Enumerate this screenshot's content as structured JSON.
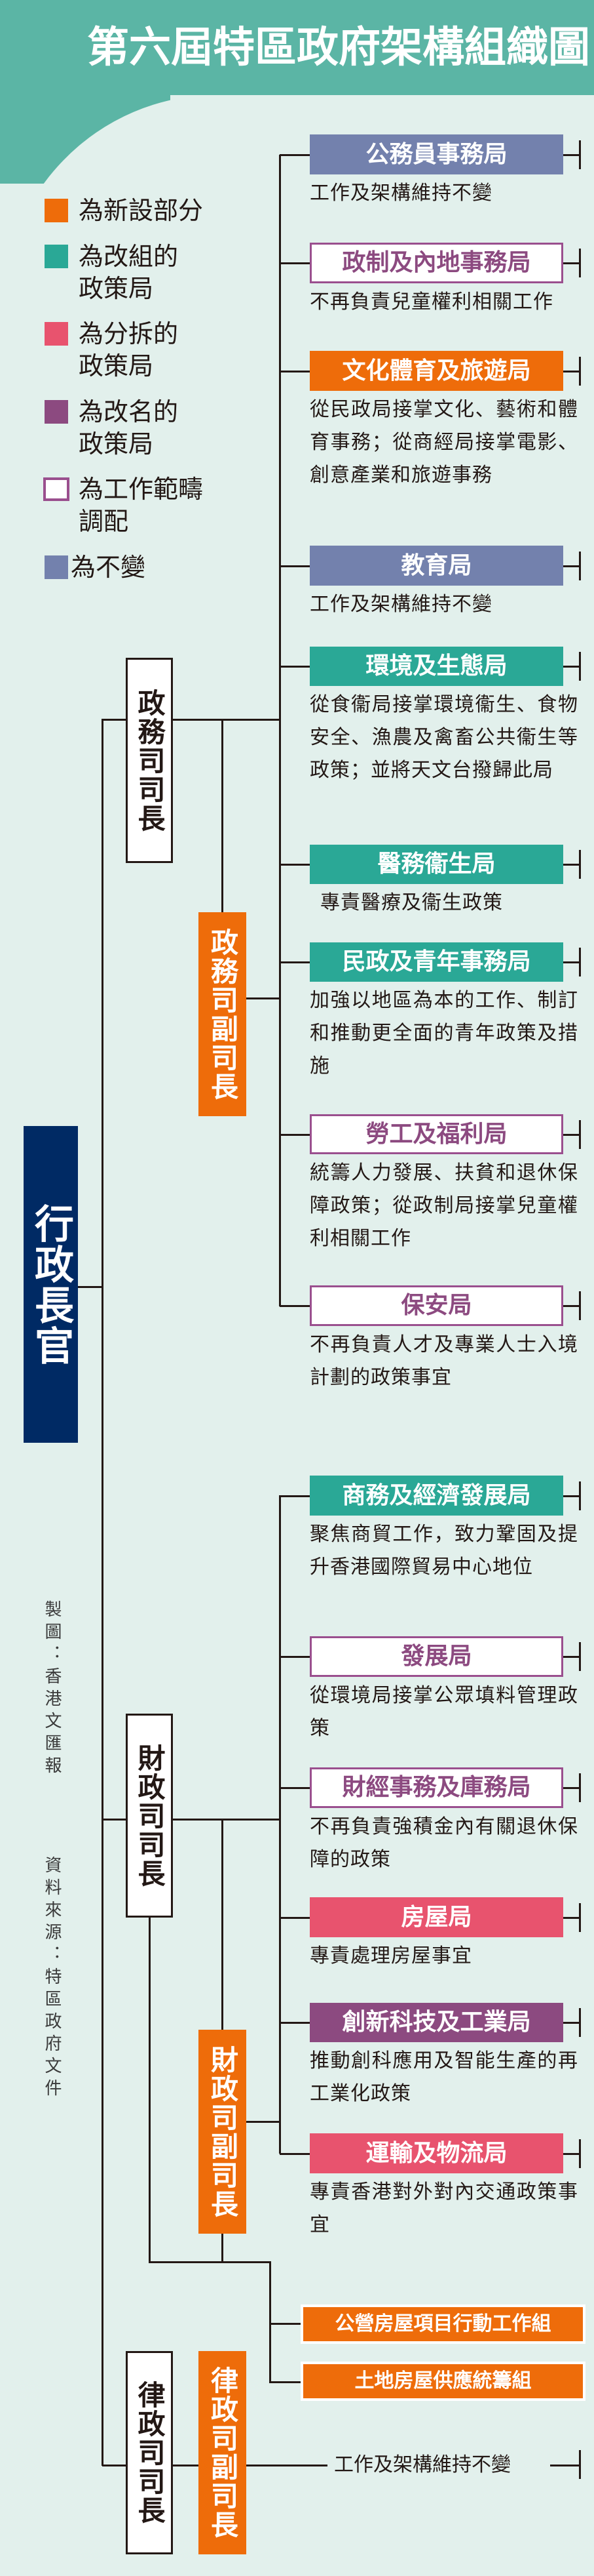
{
  "title": "第六屆特區政府架構組織圖",
  "colors": {
    "new": "#ee6c0a",
    "restructured": "#2aa896",
    "split": "#e8536e",
    "renamed": "#8c4a80",
    "scope_adjusted_border": "#9a4f8e",
    "unchanged": "#7381ad",
    "chief_executive": "#002a64",
    "header": "#5bb5a5"
  },
  "legend": [
    {
      "label": "為新設部分",
      "style": "new"
    },
    {
      "label": "為改組的\n政策局",
      "style": "restructured"
    },
    {
      "label": "為分拆的\n政策局",
      "style": "split"
    },
    {
      "label": "為改名的\n政策局",
      "style": "renamed"
    },
    {
      "label": "為工作範疇\n調配",
      "style": "outline"
    },
    {
      "label": "為不變",
      "style": "unchanged"
    }
  ],
  "officials": {
    "chief_executive": "行政長官",
    "cs": "政務司司長",
    "dcs": "政務司副司長",
    "fs": "財政司司長",
    "dfs": "財政司副司長",
    "sj": "律政司司長",
    "dsj": "律政司副司長"
  },
  "bureaus": [
    {
      "name": "公務員事務局",
      "style": "unchanged",
      "desc": "工作及架構維持不變"
    },
    {
      "name": "政制及內地事務局",
      "style": "outline",
      "desc": "不再負責兒童權利相關工作"
    },
    {
      "name": "文化體育及旅遊局",
      "style": "new",
      "desc": "從民政局接掌文化、藝術和體育事務；從商經局接掌電影、創意產業和旅遊事務"
    },
    {
      "name": "教育局",
      "style": "unchanged",
      "desc": "工作及架構維持不變"
    },
    {
      "name": "環境及生態局",
      "style": "restructured",
      "desc": "從食衞局接掌環境衞生、食物安全、漁農及禽畜公共衞生等政策；並將天文台撥歸此局"
    },
    {
      "name": "醫務衞生局",
      "style": "restructured",
      "desc": "專責醫療及衞生政策"
    },
    {
      "name": "民政及青年事務局",
      "style": "restructured",
      "desc": "加強以地區為本的工作、制訂和推動更全面的青年政策及措施"
    },
    {
      "name": "勞工及福利局",
      "style": "outline",
      "desc": "統籌人力發展、扶貧和退休保障政策；從政制局接掌兒童權利相關工作"
    },
    {
      "name": "保安局",
      "style": "outline",
      "desc": "不再負責人才及專業人士入境計劃的政策事宜"
    },
    {
      "name": "商務及經濟發展局",
      "style": "restructured",
      "desc": "聚焦商貿工作，致力鞏固及提升香港國際貿易中心地位"
    },
    {
      "name": "發展局",
      "style": "outline",
      "desc": "從環境局接掌公眾填料管理政策"
    },
    {
      "name": "財經事務及庫務局",
      "style": "outline",
      "desc": "不再負責強積金內有關退休保障的政策"
    },
    {
      "name": "房屋局",
      "style": "split",
      "desc": "專責處理房屋事宜"
    },
    {
      "name": "創新科技及工業局",
      "style": "renamed",
      "desc": "推動創科應用及智能生產的再工業化政策"
    },
    {
      "name": "運輸及物流局",
      "style": "split",
      "desc": "專責香港對外對內交通政策事宜"
    }
  ],
  "task_forces": [
    {
      "name": "公營房屋項目行動工作組",
      "style": "new"
    },
    {
      "name": "土地房屋供應統籌組",
      "style": "new"
    }
  ],
  "doj_note": "工作及架構維持不變",
  "credits": {
    "made_by": "製圖：香港文匯報",
    "source": "資料來源：特區政府文件"
  }
}
